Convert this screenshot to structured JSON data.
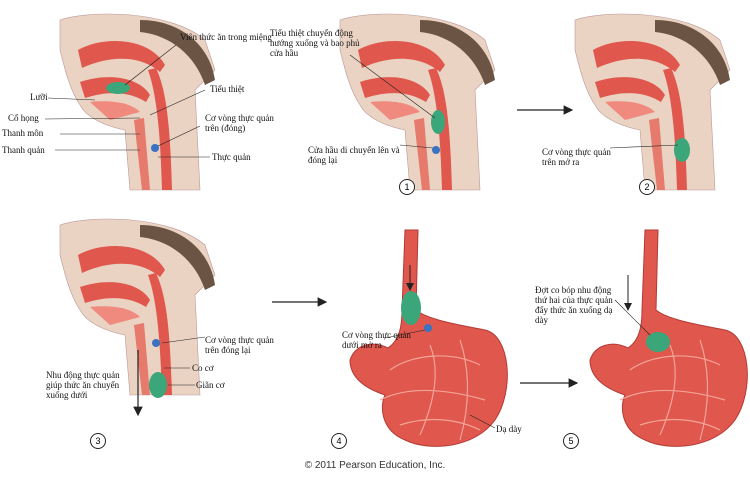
{
  "labels": {
    "p0_food": "Viên thức ăn trong miệng",
    "p0_tongue": "Lưỡi",
    "p0_epiglottis": "Tiểu thiệt",
    "p0_pharynx": "Cổ họng",
    "p0_glottis": "Thanh môn",
    "p0_larynx": "Thanh quản",
    "p0_sphincter": "Cơ vòng thực quản trên (đóng)",
    "p0_esophagus": "Thực quản",
    "p1_epiglottis_moves": "Tiểu thiệt chuyển động hướng xuống và bao phủ cửa hầu",
    "p1_larynx_moves": "Cửa hầu di chuyển lên và đóng lại",
    "p2_sphincter_open": "Cơ vòng thực quản trên mở ra",
    "p3_sphincter_closed": "Cơ vòng thực quản trên đóng lại",
    "p3_contract": "Co cơ",
    "p3_relax": "Giãn cơ",
    "p3_peristalsis": "Nhu động thực quản giúp thức ăn chuyển xuống dưới",
    "p4_lower_sphincter": "Cơ vòng thực quản dưới mở ra",
    "p4_stomach": "Dạ dày",
    "p5_second_wave": "Đợt co bóp nhu động thứ hai của thực quản đẩy thức ăn xuống dạ dày"
  },
  "steps": [
    "1",
    "2",
    "3",
    "4",
    "5"
  ],
  "copyright": "© 2011 Pearson Education, Inc.",
  "colors": {
    "tissue": "#e0574d",
    "tissue_light": "#f08a7e",
    "skin": "#e8d0bf",
    "hair": "#6b5444",
    "food": "#3aa67a",
    "sphincter": "#3a72c4"
  }
}
